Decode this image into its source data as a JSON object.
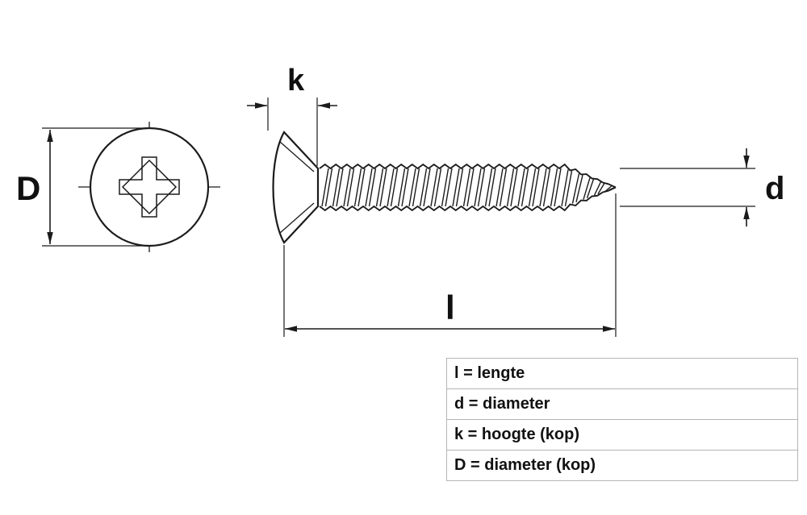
{
  "diagram": {
    "title": "screw-dimension-drawing",
    "labels": {
      "k": "k",
      "D": "D",
      "d": "d",
      "l": "l"
    },
    "legend": {
      "rows": [
        "l = lengte",
        "d = diameter",
        "k = hoogte (kop)",
        "D = diameter (kop)"
      ]
    },
    "colors": {
      "line": "#1b1b1b",
      "table_border": "#b5b5b5",
      "background": "#ffffff"
    }
  }
}
